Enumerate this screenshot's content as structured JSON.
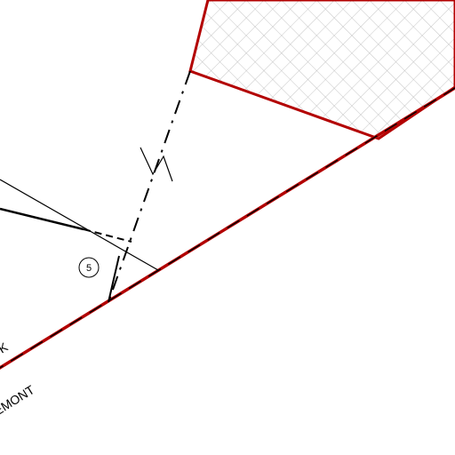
{
  "map": {
    "colors": {
      "background": "#ffffff",
      "boundary": "#b30000",
      "linework": "#000000",
      "hatch": "#b8b8b8"
    },
    "parcel": {
      "fill_pattern": "crosshatch"
    },
    "marker": {
      "label": "5"
    },
    "street_labels": [
      {
        "text": "K"
      },
      {
        "text": "EMONT"
      }
    ]
  }
}
